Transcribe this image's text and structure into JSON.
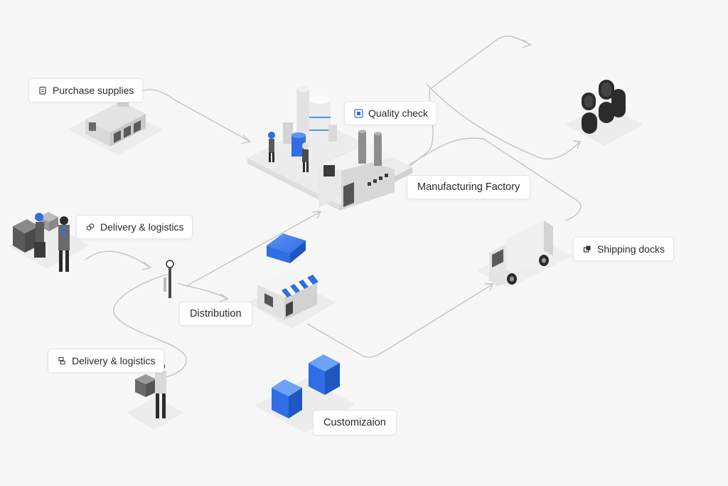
{
  "labels": {
    "purchase": "Purchase supplies",
    "quality": "Quality check",
    "factory": "Manufacturing Factory",
    "delivery_top": "Delivery & logistics",
    "distribution": "Distribution",
    "delivery_bottom": "Delivery & logistics",
    "shipping": "Shipping docks",
    "customization": "Customizaion"
  },
  "icons": {
    "purchase": "clipboard-icon",
    "quality": "checklist-icon",
    "delivery_top": "link-icon",
    "delivery_bottom": "grid-icon",
    "shipping": "stack-icon"
  },
  "colors": {
    "background": "#f7f7f7",
    "accent_blue": "#2f6fe3",
    "flow_line": "#c4c4c4",
    "building_grey": "#dcdcdc",
    "dark_object": "#2b2b2b"
  }
}
